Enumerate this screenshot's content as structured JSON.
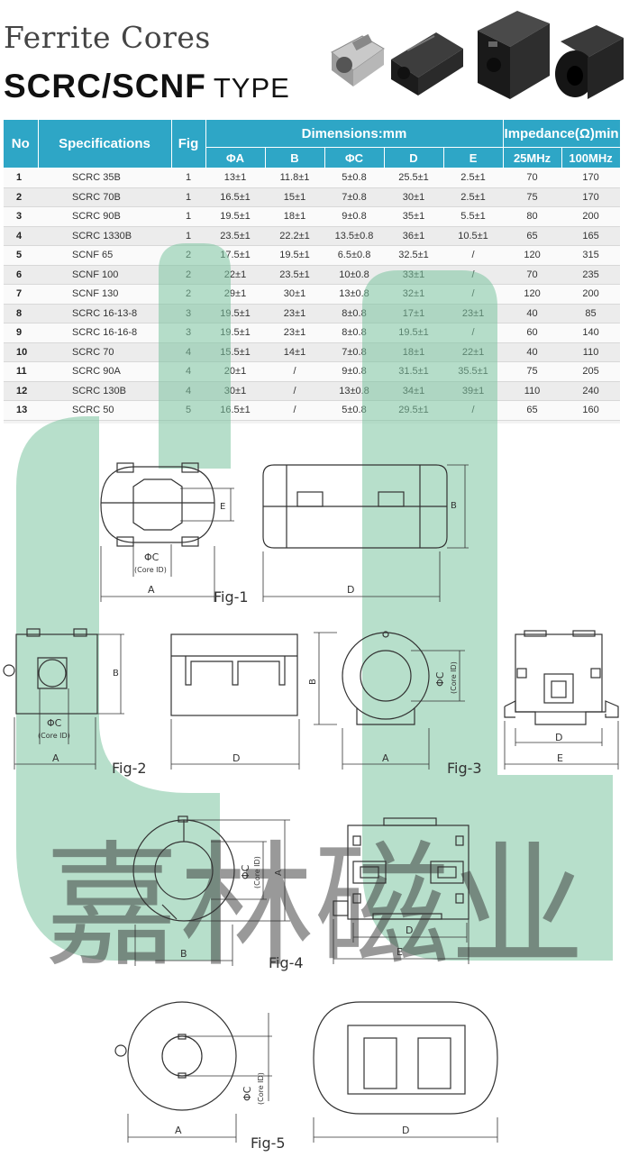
{
  "header": {
    "title_line1": "Ferrite Cores",
    "title_bold": "SCRC/SCNF",
    "title_light": "TYPE"
  },
  "watermark_text": "嘉林磁业",
  "table": {
    "headers": {
      "no": "No",
      "spec": "Specifications",
      "fig": "Fig",
      "dimensions": "Dimensions:mm",
      "impedance": "Impedance(Ω)min",
      "dim_cols": [
        "ΦA",
        "B",
        "ΦC",
        "D",
        "E"
      ],
      "imp_cols": [
        "25MHz",
        "100MHz"
      ]
    },
    "rows": [
      [
        "1",
        "SCRC 35B",
        "1",
        "13±1",
        "11.8±1",
        "5±0.8",
        "25.5±1",
        "2.5±1",
        "70",
        "170"
      ],
      [
        "2",
        "SCRC 70B",
        "1",
        "16.5±1",
        "15±1",
        "7±0.8",
        "30±1",
        "2.5±1",
        "75",
        "170"
      ],
      [
        "3",
        "SCRC 90B",
        "1",
        "19.5±1",
        "18±1",
        "9±0.8",
        "35±1",
        "5.5±1",
        "80",
        "200"
      ],
      [
        "4",
        "SCRC 1330B",
        "1",
        "23.5±1",
        "22.2±1",
        "13.5±0.8",
        "36±1",
        "10.5±1",
        "65",
        "165"
      ],
      [
        "5",
        "SCNF 65",
        "2",
        "17.5±1",
        "19.5±1",
        "6.5±0.8",
        "32.5±1",
        "/",
        "120",
        "315"
      ],
      [
        "6",
        "SCNF 100",
        "2",
        "22±1",
        "23.5±1",
        "10±0.8",
        "33±1",
        "/",
        "70",
        "235"
      ],
      [
        "7",
        "SCNF 130",
        "2",
        "29±1",
        "30±1",
        "13±0.8",
        "32±1",
        "/",
        "120",
        "200"
      ],
      [
        "8",
        "SCRC 16-13-8",
        "3",
        "19.5±1",
        "23±1",
        "8±0.8",
        "17±1",
        "23±1",
        "40",
        "85"
      ],
      [
        "9",
        "SCRC 16-16-8",
        "3",
        "19.5±1",
        "23±1",
        "8±0.8",
        "19.5±1",
        "/",
        "60",
        "140"
      ],
      [
        "10",
        "SCRC 70",
        "4",
        "15.5±1",
        "14±1",
        "7±0.8",
        "18±1",
        "22±1",
        "40",
        "110"
      ],
      [
        "11",
        "SCRC 90A",
        "4",
        "20±1",
        "/",
        "9±0.8",
        "31.5±1",
        "35.5±1",
        "75",
        "205"
      ],
      [
        "12",
        "SCRC 130B",
        "4",
        "30±1",
        "/",
        "13±0.8",
        "34±1",
        "39±1",
        "110",
        "240"
      ],
      [
        "13",
        "SCRC 50",
        "5",
        "16.5±1",
        "/",
        "5±0.8",
        "29.5±1",
        "/",
        "65",
        "160"
      ]
    ]
  },
  "figures": {
    "fig1": {
      "label": "Fig-1",
      "phi_c": "ΦC",
      "core_id": "(Core ID)",
      "a": "A",
      "b": "B",
      "d": "D",
      "e": "E"
    },
    "fig2": {
      "label": "Fig-2",
      "phi_c": "ΦC",
      "core_id": "(Core ID)",
      "a": "A",
      "b": "B",
      "d": "D"
    },
    "fig3": {
      "label": "Fig-3",
      "phi_c": "ΦC",
      "core_id": "(Core ID)",
      "a": "A",
      "b": "B",
      "d": "D",
      "e": "E"
    },
    "fig4": {
      "label": "Fig-4",
      "phi_c": "ΦC",
      "core_id": "(Core ID)",
      "a": "A",
      "b": "B",
      "d": "D",
      "e": "E"
    },
    "fig5": {
      "label": "Fig-5",
      "phi_c": "ΦC",
      "core_id": "(Core ID)",
      "a": "A",
      "d": "D"
    }
  },
  "colors": {
    "table_header": "#2ea6c6",
    "watermark": "#7cc4a0"
  }
}
